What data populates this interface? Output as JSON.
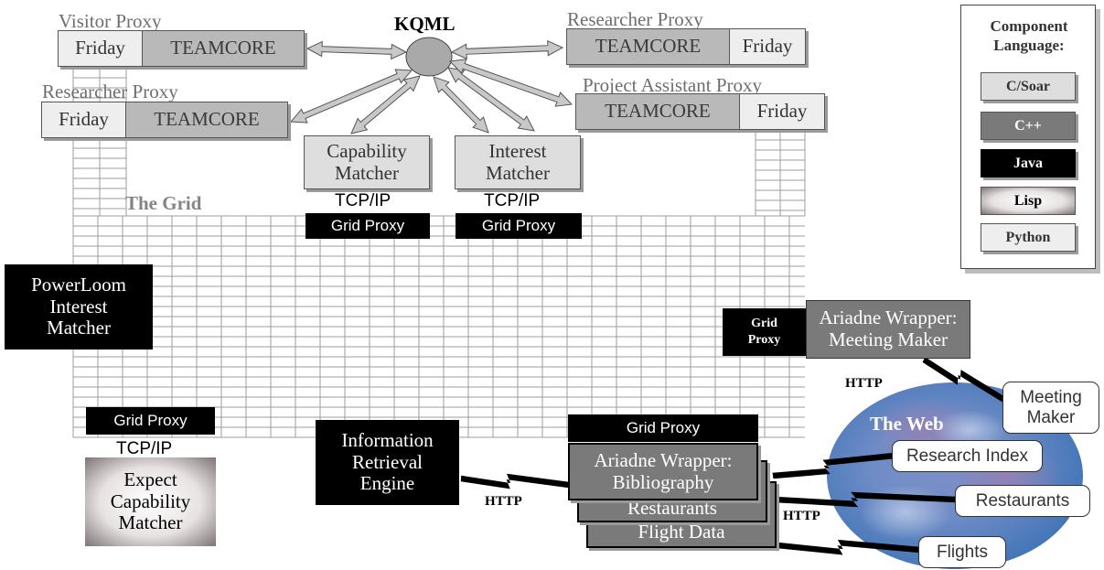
{
  "kqml": "KQML",
  "legend": {
    "title": "Component Language:",
    "items": [
      "C/Soar",
      "C++",
      "Java",
      "Lisp",
      "Python"
    ]
  },
  "grid_label": "The Grid",
  "visitor_proxy": {
    "title": "Visitor Proxy",
    "friday": "Friday",
    "teamcore": "TEAMCORE"
  },
  "researcher_proxy_left": {
    "title": "Researcher Proxy",
    "friday": "Friday",
    "teamcore": "TEAMCORE"
  },
  "researcher_proxy_right": {
    "title": "Researcher Proxy",
    "teamcore": "TEAMCORE",
    "friday": "Friday"
  },
  "project_assistant_proxy": {
    "title": "Project Assistant Proxy",
    "teamcore": "TEAMCORE",
    "friday": "Friday"
  },
  "capability_matcher": {
    "label": "Capability Matcher",
    "protocol": "TCP/IP",
    "proxy": "Grid Proxy"
  },
  "interest_matcher": {
    "label": "Interest Matcher",
    "protocol": "TCP/IP",
    "proxy": "Grid Proxy"
  },
  "powerloom": "PowerLoom Interest Matcher",
  "expect": {
    "proxy": "Grid Proxy",
    "protocol": "TCP/IP",
    "label": "Expect Capability Matcher"
  },
  "ire": {
    "label": "Information Retrieval Engine",
    "protocol": "HTTP"
  },
  "ariadne_meeting": {
    "proxy": "Grid Proxy",
    "label": "Ariadne Wrapper: Meeting Maker",
    "protocol": "HTTP"
  },
  "ariadne_stack": {
    "proxy": "Grid Proxy",
    "bibliography": "Ariadne Wrapper: Bibliography",
    "restaurants": "Restaurants",
    "flight_data": "Flight Data",
    "protocol": "HTTP"
  },
  "web": {
    "label": "The Web",
    "meeting_maker": "Meeting Maker",
    "research_index": "Research Index",
    "restaurants": "Restaurants",
    "flights": "Flights"
  }
}
